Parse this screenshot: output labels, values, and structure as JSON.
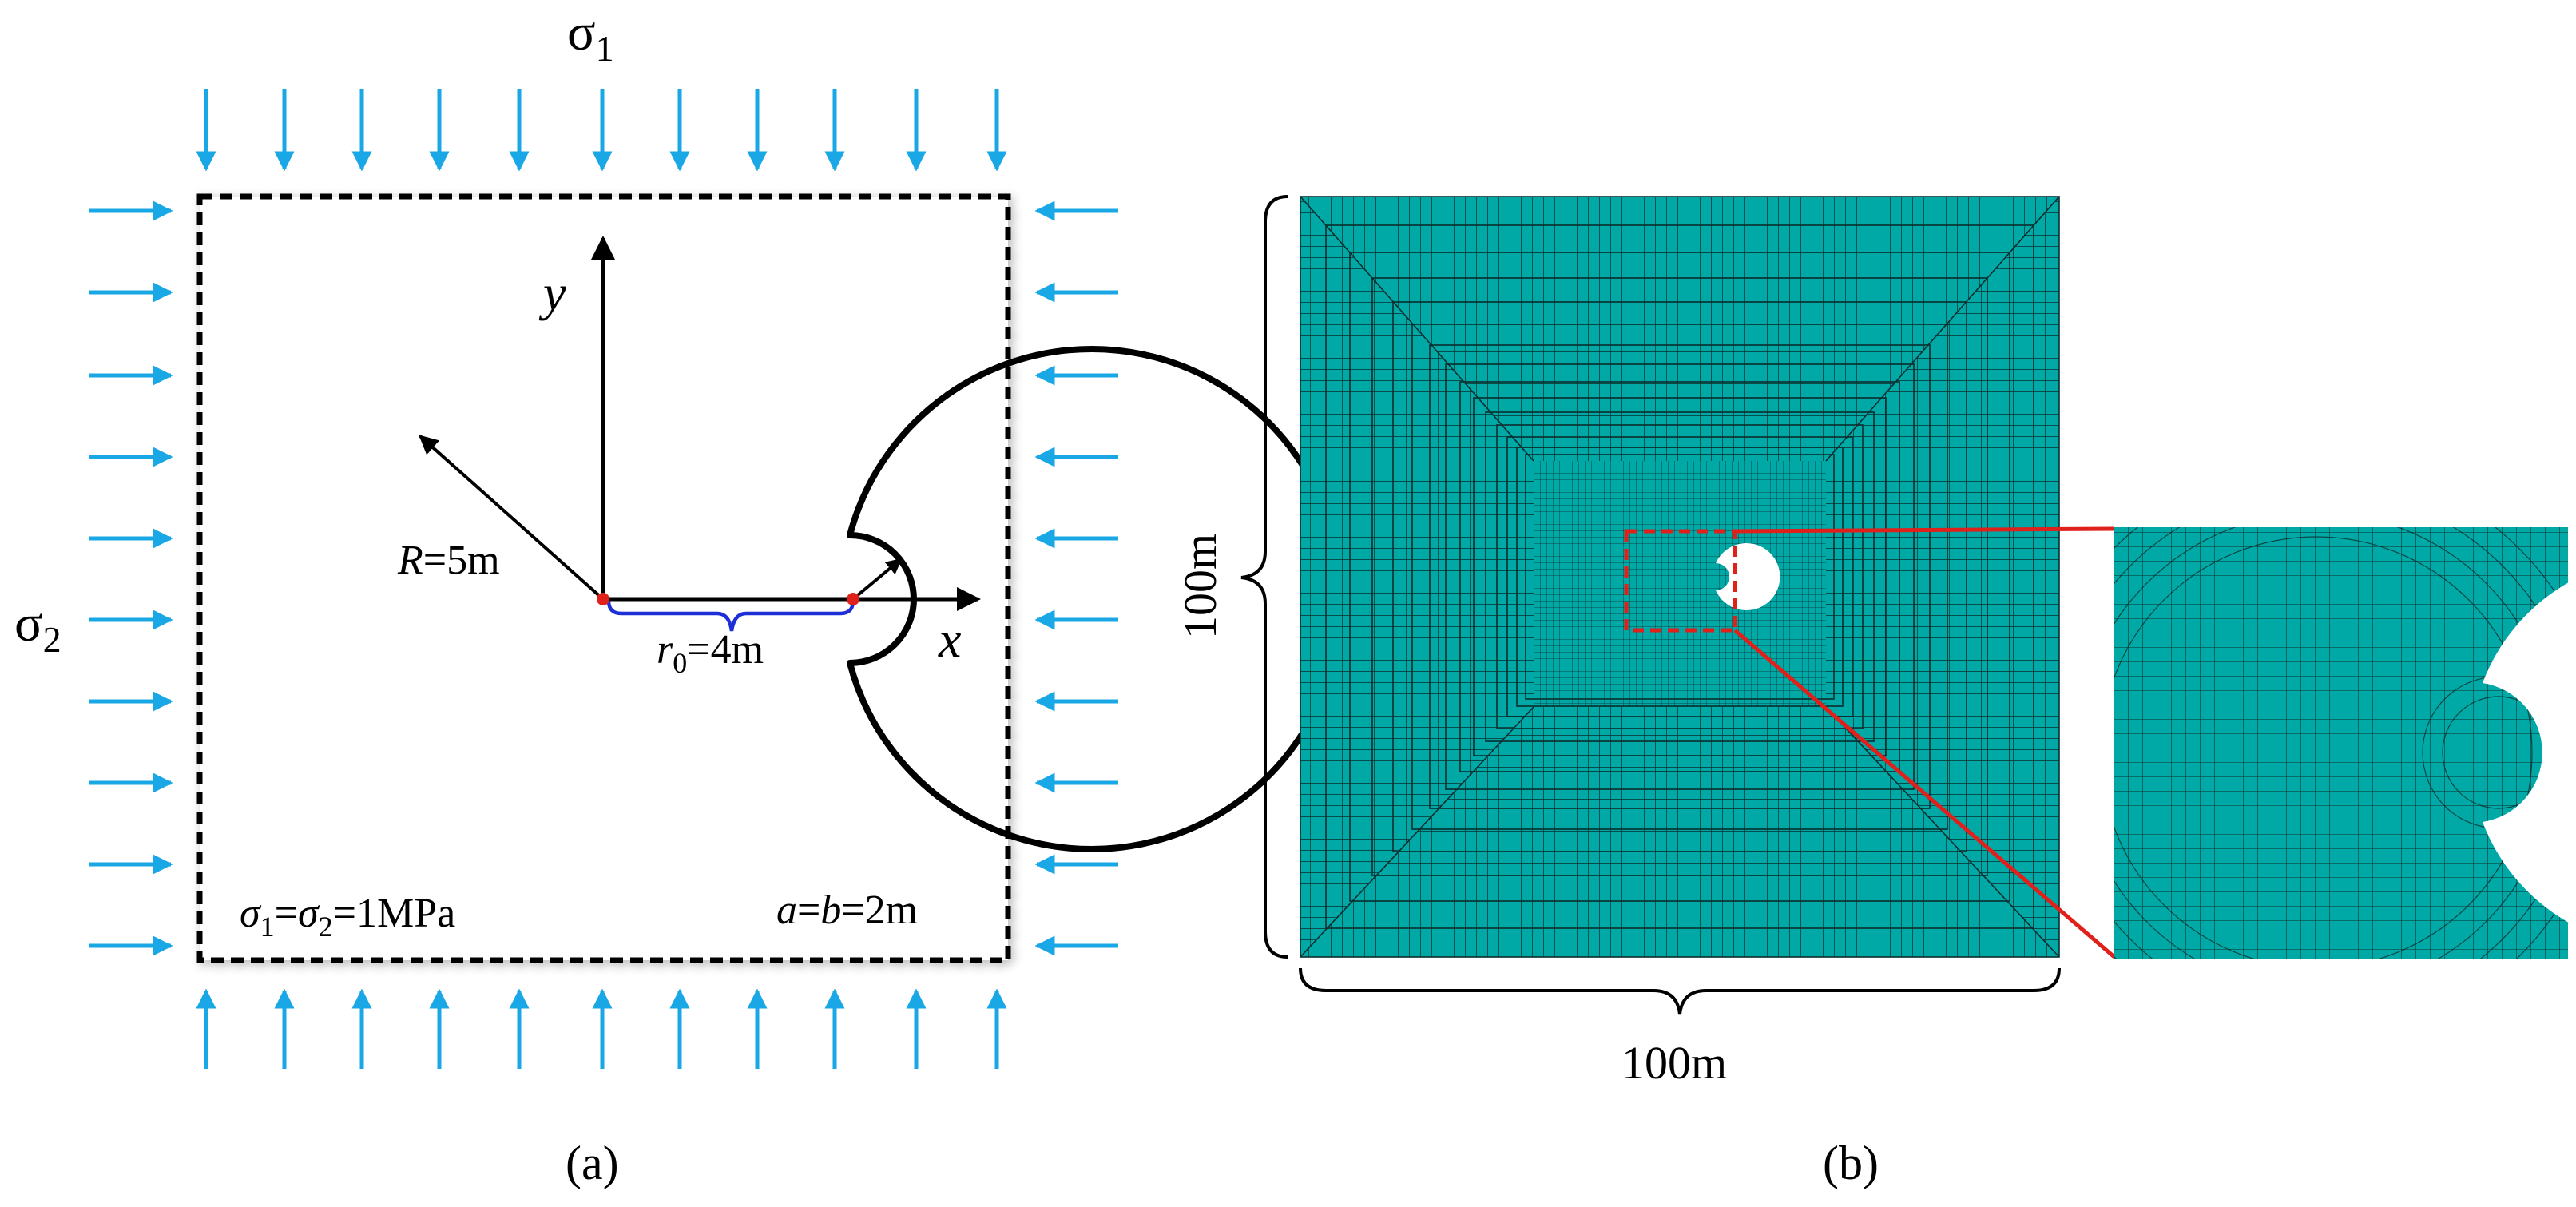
{
  "panel_a": {
    "caption": "(a)",
    "sigma1": {
      "sym": "σ",
      "sub": "1"
    },
    "sigma2": {
      "sym": "σ",
      "sub": "2"
    },
    "axis_x": "x",
    "axis_y": "y",
    "radius_label": {
      "sym": "R",
      "rest": "=5m"
    },
    "offset_label": {
      "sym": "r",
      "sub": "0",
      "rest": "=4m"
    },
    "stress_note": {
      "s1": "σ",
      "s1_sub": "1",
      "eq": "=",
      "s2": "σ",
      "s2_sub": "2",
      "rest": "=1MPa"
    },
    "ab_note": {
      "a": "a",
      "eq": "=",
      "b": "b",
      "rest": "=2m"
    }
  },
  "panel_b": {
    "caption": "(b)",
    "width_label": "100m",
    "height_label": "100m"
  },
  "colors": {
    "arrow": "#1aa7e6",
    "mesh": "#00a9a6",
    "mesh_line": "#0b2e2e",
    "highlight": "#e0201b",
    "bracket": "#1f2fd8",
    "point": "#e0201b"
  }
}
